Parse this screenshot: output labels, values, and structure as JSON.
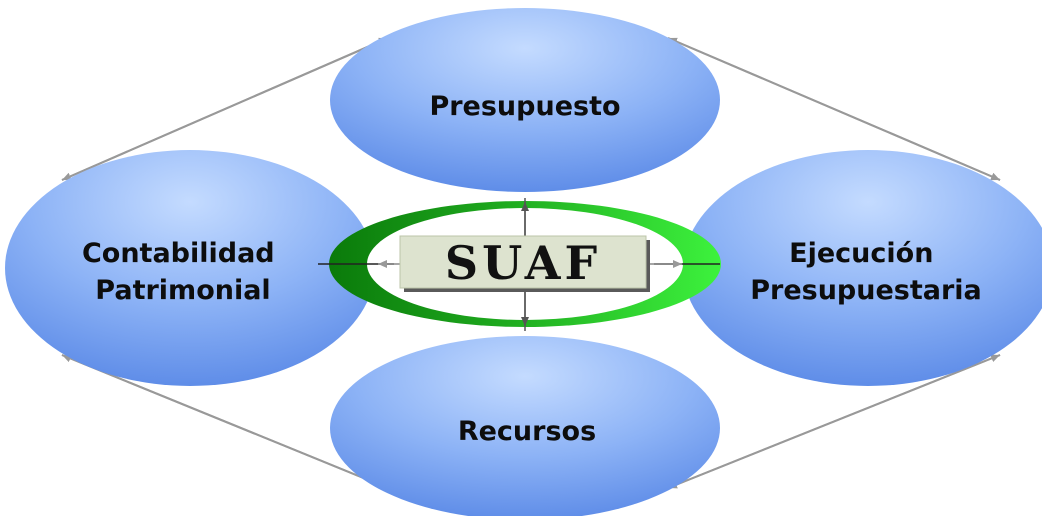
{
  "diagram": {
    "center": {
      "label": "SUAF"
    },
    "nodes": [
      {
        "id": "presupuesto",
        "lines": [
          "Presupuesto"
        ]
      },
      {
        "id": "ejecucion",
        "lines": [
          "Ejecución",
          "Presupuestaria"
        ]
      },
      {
        "id": "recursos",
        "lines": [
          "Recursos"
        ]
      },
      {
        "id": "contabilidad",
        "lines": [
          "Contabilidad",
          "Patrimonial"
        ]
      }
    ],
    "colors": {
      "ellipse_light": "#c4dbff",
      "ellipse_mid": "#8db3f6",
      "ellipse_dark": "#5f8de8",
      "ring_dark_green": "#0a7a0a",
      "ring_light_green": "#3df23d",
      "label_box": "#dde3cf",
      "connector": "#999999"
    }
  }
}
